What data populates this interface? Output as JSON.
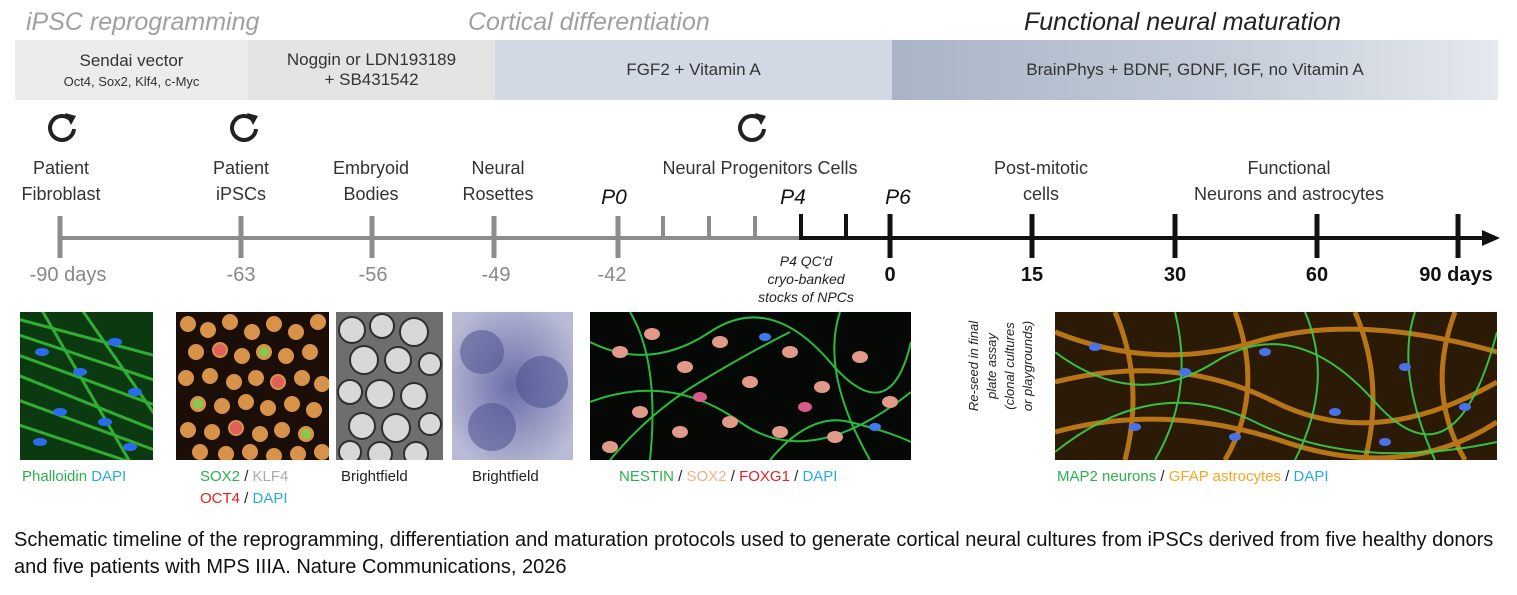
{
  "phases": {
    "ipsc": "iPSC reprogramming",
    "cortical": "Cortical differentiation",
    "functional": "Functional neural maturation"
  },
  "bands": {
    "sendai_title": "Sendai vector",
    "sendai_sub": "Oct4, Sox2, Klf4, c-Myc",
    "noggin_1": "Noggin or LDN193189",
    "noggin_2": "+ SB431542",
    "fgf": "FGF2 + Vitamin A",
    "brainphys": "BrainPhys + BDNF, GDNF, IGF, no Vitamin A"
  },
  "stages": {
    "fibroblast": [
      "Patient",
      "Fibroblast"
    ],
    "ipsc": [
      "Patient",
      "iPSCs"
    ],
    "eb": [
      "Embryoid",
      "Bodies"
    ],
    "rosettes": [
      "Neural",
      "Rosettes"
    ],
    "npc": "Neural Progenitors Cells",
    "postmitotic": [
      "Post-mitotic",
      "cells"
    ],
    "functional": [
      "Functional",
      "Neurons and astrocytes"
    ]
  },
  "passages": {
    "p0": "P0",
    "p4": "P4",
    "p6": "P6"
  },
  "days": {
    "d_90": "-90 days",
    "d_63": "-63",
    "d_56": "-56",
    "d_49": "-49",
    "d_42": "-42",
    "d0": "0",
    "d15": "15",
    "d30": "30",
    "d60": "60",
    "d90": "90 days"
  },
  "notes": {
    "p4_qc": [
      "P4 QC'd",
      "cryo-banked",
      "stocks of NPCs"
    ],
    "reseed": [
      "Re-seed in final",
      "plate assay",
      "(clonal cultures",
      "or playgrounds)"
    ]
  },
  "legends": {
    "l1": {
      "phalloidin": "Phalloidin",
      "dapi": "DAPI"
    },
    "l2": {
      "sox2": "SOX2",
      "sep1": " / ",
      "klf4": "KLF4",
      "oct4": "OCT4",
      "sep2": " / ",
      "dapi": "DAPI"
    },
    "l3": "Brightfield",
    "l4": "Brightfield",
    "l5": {
      "nestin": "NESTIN",
      "sep1": " / ",
      "sox2": "SOX2",
      "sep2": " / ",
      "foxg1": "FOXG1",
      "sep3": " / ",
      "dapi": "DAPI"
    },
    "l6": {
      "map2": "MAP2 neurons",
      "sep1": " / ",
      "gfap": "GFAP astrocytes",
      "sep2": " / ",
      "dapi": "DAPI"
    }
  },
  "caption": "Schematic timeline of the reprogramming, differentiation and maturation protocols used to generate cortical neural cultures from iPSCs derived from five healthy donors and five patients with MPS IIIA. Nature Communications, 2026",
  "colors": {
    "green": "#2bb14a",
    "cyan": "#29a9e0",
    "red": "#e02020",
    "peach": "#f0b08c",
    "grey_text": "#aaaaaa",
    "orange": "#f5a623",
    "timeline_grey": "#8c8c8c",
    "timeline_black": "#111111"
  },
  "icons": [
    "cycle-arrow-icon"
  ]
}
